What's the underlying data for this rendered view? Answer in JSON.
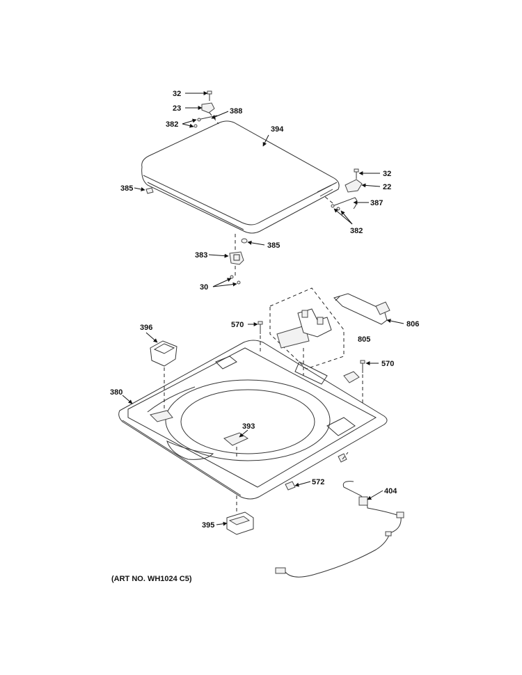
{
  "labels": {
    "l32a": "32",
    "l23": "23",
    "l388": "388",
    "l382a": "382",
    "l394": "394",
    "l385a": "385",
    "l32b": "32",
    "l22": "22",
    "l387": "387",
    "l382b": "382",
    "l385b": "385",
    "l383": "383",
    "l30": "30",
    "l570a": "570",
    "l806": "806",
    "l805": "805",
    "l396": "396",
    "l570b": "570",
    "l380": "380",
    "l393": "393",
    "l572": "572",
    "l404": "404",
    "l395": "395"
  },
  "art_number": "(ART NO. WH1024 C5)"
}
